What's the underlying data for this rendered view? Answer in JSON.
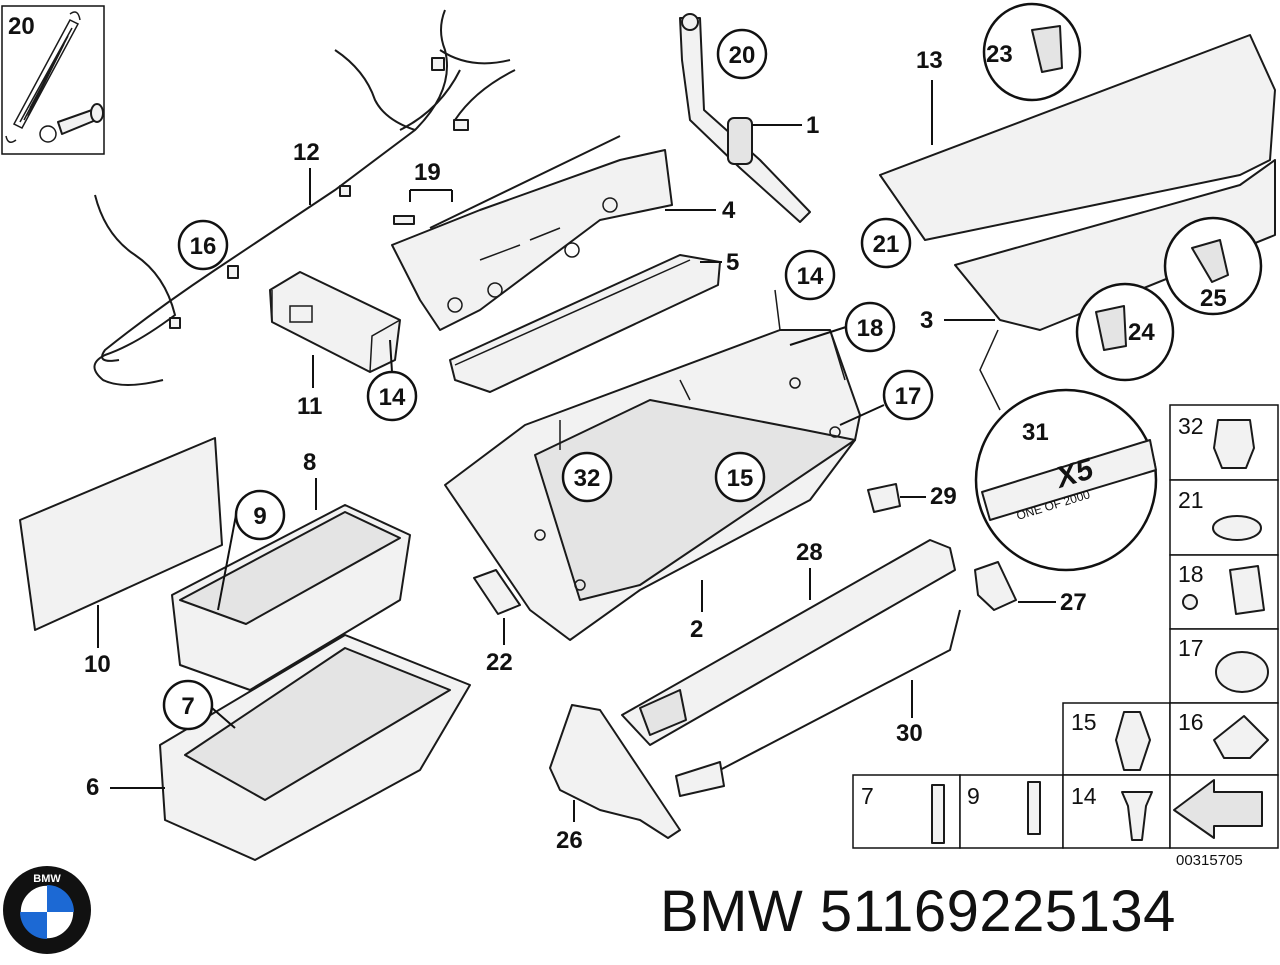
{
  "title": "BMW 51169225134",
  "document_number": "00315705",
  "brand": {
    "logo_text": "BMW",
    "colors": {
      "blue": "#1c69d4",
      "white": "#ffffff",
      "ring": "#111111"
    }
  },
  "callouts": {
    "c1": "1",
    "c2": "2",
    "c3": "3",
    "c4": "4",
    "c5": "5",
    "c6": "6",
    "c7": "7",
    "c8": "8",
    "c9": "9",
    "c10": "10",
    "c11": "11",
    "c12": "12",
    "c13": "13",
    "c14a": "14",
    "c14b": "14",
    "c15": "15",
    "c16": "16",
    "c17": "17",
    "c18": "18",
    "c19": "19",
    "c20a": "20",
    "c20b": "20",
    "c21": "21",
    "c22": "22",
    "c23": "23",
    "c24": "24",
    "c25": "25",
    "c26": "26",
    "c27": "27",
    "c28": "28",
    "c29": "29",
    "c30": "30",
    "c31": "31",
    "c32": "32"
  },
  "legend": {
    "r32": "32",
    "r21": "21",
    "r18": "18",
    "r17": "17",
    "r15": "15",
    "r16": "16",
    "r7": "7",
    "r9": "9",
    "r14": "14"
  },
  "emblem": {
    "model": "X5",
    "edition": "ONE OF 2000"
  }
}
